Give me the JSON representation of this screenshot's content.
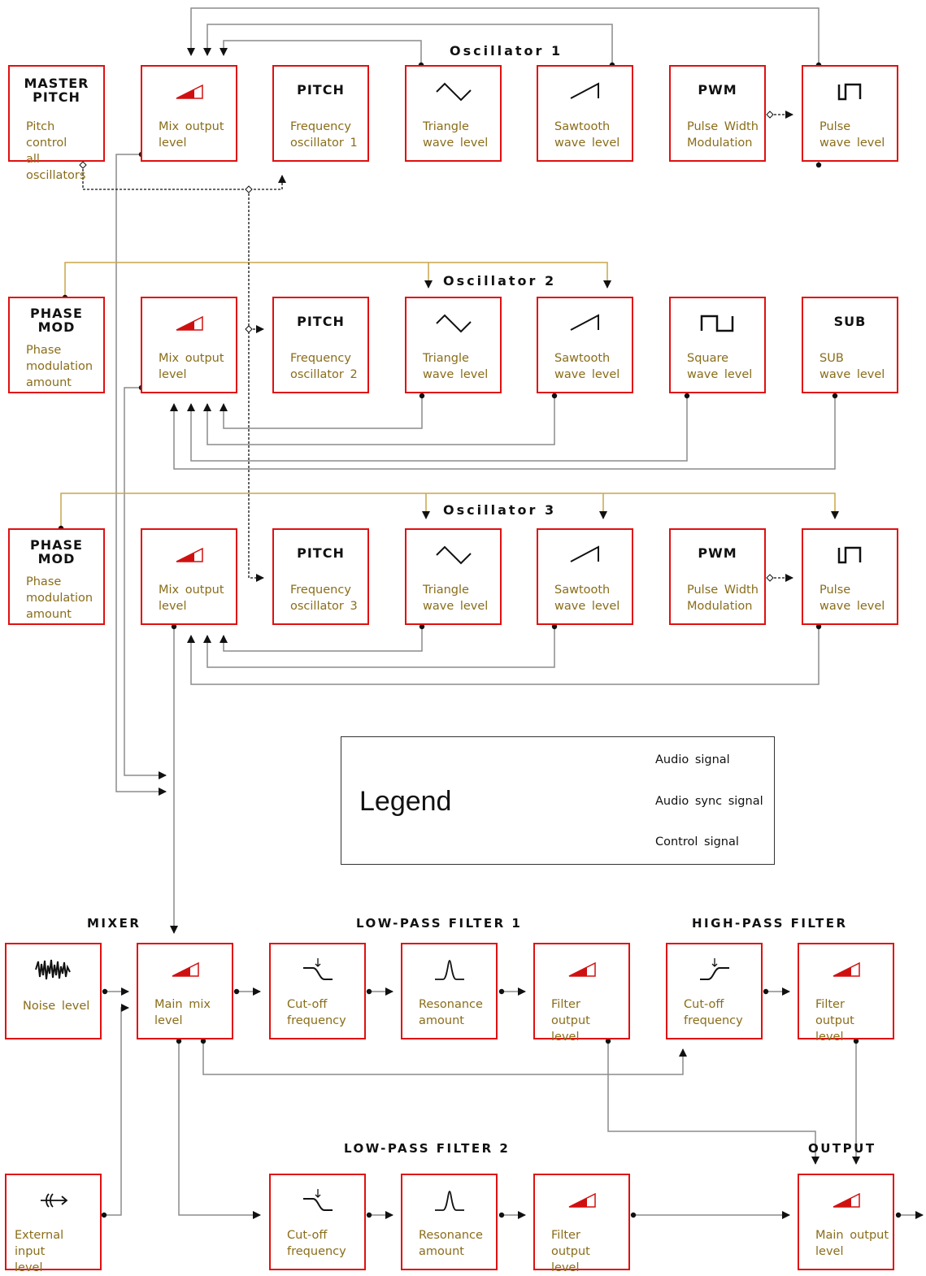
{
  "oscillators": [
    {
      "title": "Oscillator 1"
    },
    {
      "title": "Oscillator 2"
    },
    {
      "title": "Oscillator 3"
    }
  ],
  "sections": {
    "mixer": "MIXER",
    "lpf1": "LOW-PASS FILTER 1",
    "hpf": "HIGH-PASS FILTER",
    "lpf2": "LOW-PASS FILTER 2",
    "output": "OUTPUT"
  },
  "modules": {
    "master_pitch": {
      "title": "MASTER\nPITCH",
      "desc": "Pitch  control\nall  oscillators"
    },
    "o1_mix": {
      "icon": "mix-level-icon",
      "desc": "Mix  output\nlevel"
    },
    "o1_pitch": {
      "title": "PITCH",
      "desc": "Frequency\noscillator  1"
    },
    "o1_tri": {
      "icon": "triangle-wave-icon",
      "desc": "Triangle\nwave  level"
    },
    "o1_saw": {
      "icon": "sawtooth-wave-icon",
      "desc": "Sawtooth\nwave  level"
    },
    "o1_pwm": {
      "title": "PWM",
      "desc": "Pulse  Width\nModulation"
    },
    "o1_pulse": {
      "icon": "pulse-wave-icon",
      "desc": "Pulse\nwave  level"
    },
    "o2_phase": {
      "title": "PHASE\nMOD",
      "desc": "Phase\nmodulation\namount"
    },
    "o2_mix": {
      "icon": "mix-level-icon",
      "desc": "Mix  output\nlevel"
    },
    "o2_pitch": {
      "title": "PITCH",
      "desc": "Frequency\noscillator  2"
    },
    "o2_tri": {
      "icon": "triangle-wave-icon",
      "desc": "Triangle\nwave  level"
    },
    "o2_saw": {
      "icon": "sawtooth-wave-icon",
      "desc": "Sawtooth\nwave  level"
    },
    "o2_square": {
      "icon": "square-wave-icon",
      "desc": "Square\nwave  level"
    },
    "o2_sub": {
      "title": "SUB",
      "desc": "SUB\nwave  level"
    },
    "o3_phase": {
      "title": "PHASE\nMOD",
      "desc": "Phase\nmodulation\namount"
    },
    "o3_mix": {
      "icon": "mix-level-icon",
      "desc": "Mix  output\nlevel"
    },
    "o3_pitch": {
      "title": "PITCH",
      "desc": "Frequency\noscillator  3"
    },
    "o3_tri": {
      "icon": "triangle-wave-icon",
      "desc": "Triangle\nwave  level"
    },
    "o3_saw": {
      "icon": "sawtooth-wave-icon",
      "desc": "Sawtooth\nwave  level"
    },
    "o3_pwm": {
      "title": "PWM",
      "desc": "Pulse  Width\nModulation"
    },
    "o3_pulse": {
      "icon": "pulse-wave-icon",
      "desc": "Pulse\nwave  level"
    },
    "noise": {
      "icon": "noise-icon",
      "desc": "Noise  level"
    },
    "main_mix": {
      "icon": "mix-level-icon",
      "desc": "Main  mix\nlevel"
    },
    "lpf1_cutoff": {
      "icon": "lowpass-curve-icon",
      "desc": "Cut-off\nfrequency"
    },
    "lpf1_res": {
      "icon": "resonance-peak-icon",
      "desc": "Resonance\namount"
    },
    "lpf1_out": {
      "icon": "mix-level-icon",
      "desc": "Filter  output\nlevel"
    },
    "hpf_cutoff": {
      "icon": "highpass-curve-icon",
      "desc": "Cut-off\nfrequency"
    },
    "hpf_out": {
      "icon": "mix-level-icon",
      "desc": "Filter  output\nlevel"
    },
    "ext_input": {
      "icon": "external-input-icon",
      "desc": "External  input\nlevel"
    },
    "lpf2_cutoff": {
      "icon": "lowpass-curve-icon",
      "desc": "Cut-off\nfrequency"
    },
    "lpf2_res": {
      "icon": "resonance-peak-icon",
      "desc": "Resonance\namount"
    },
    "lpf2_out": {
      "icon": "mix-level-icon",
      "desc": "Filter  output\nlevel"
    },
    "main_out": {
      "icon": "mix-level-icon",
      "desc": "Main  output\nlevel"
    }
  },
  "legend": {
    "title": "Legend",
    "items": [
      "Audio  signal",
      "Audio  sync  signal",
      "Control  signal"
    ]
  },
  "colors": {
    "box_border": "#e01010",
    "audio_line": "#8c8c8c",
    "sync_line": "#c9a64a",
    "control_line": "#111111",
    "desc_text": "#8a6d1a"
  }
}
